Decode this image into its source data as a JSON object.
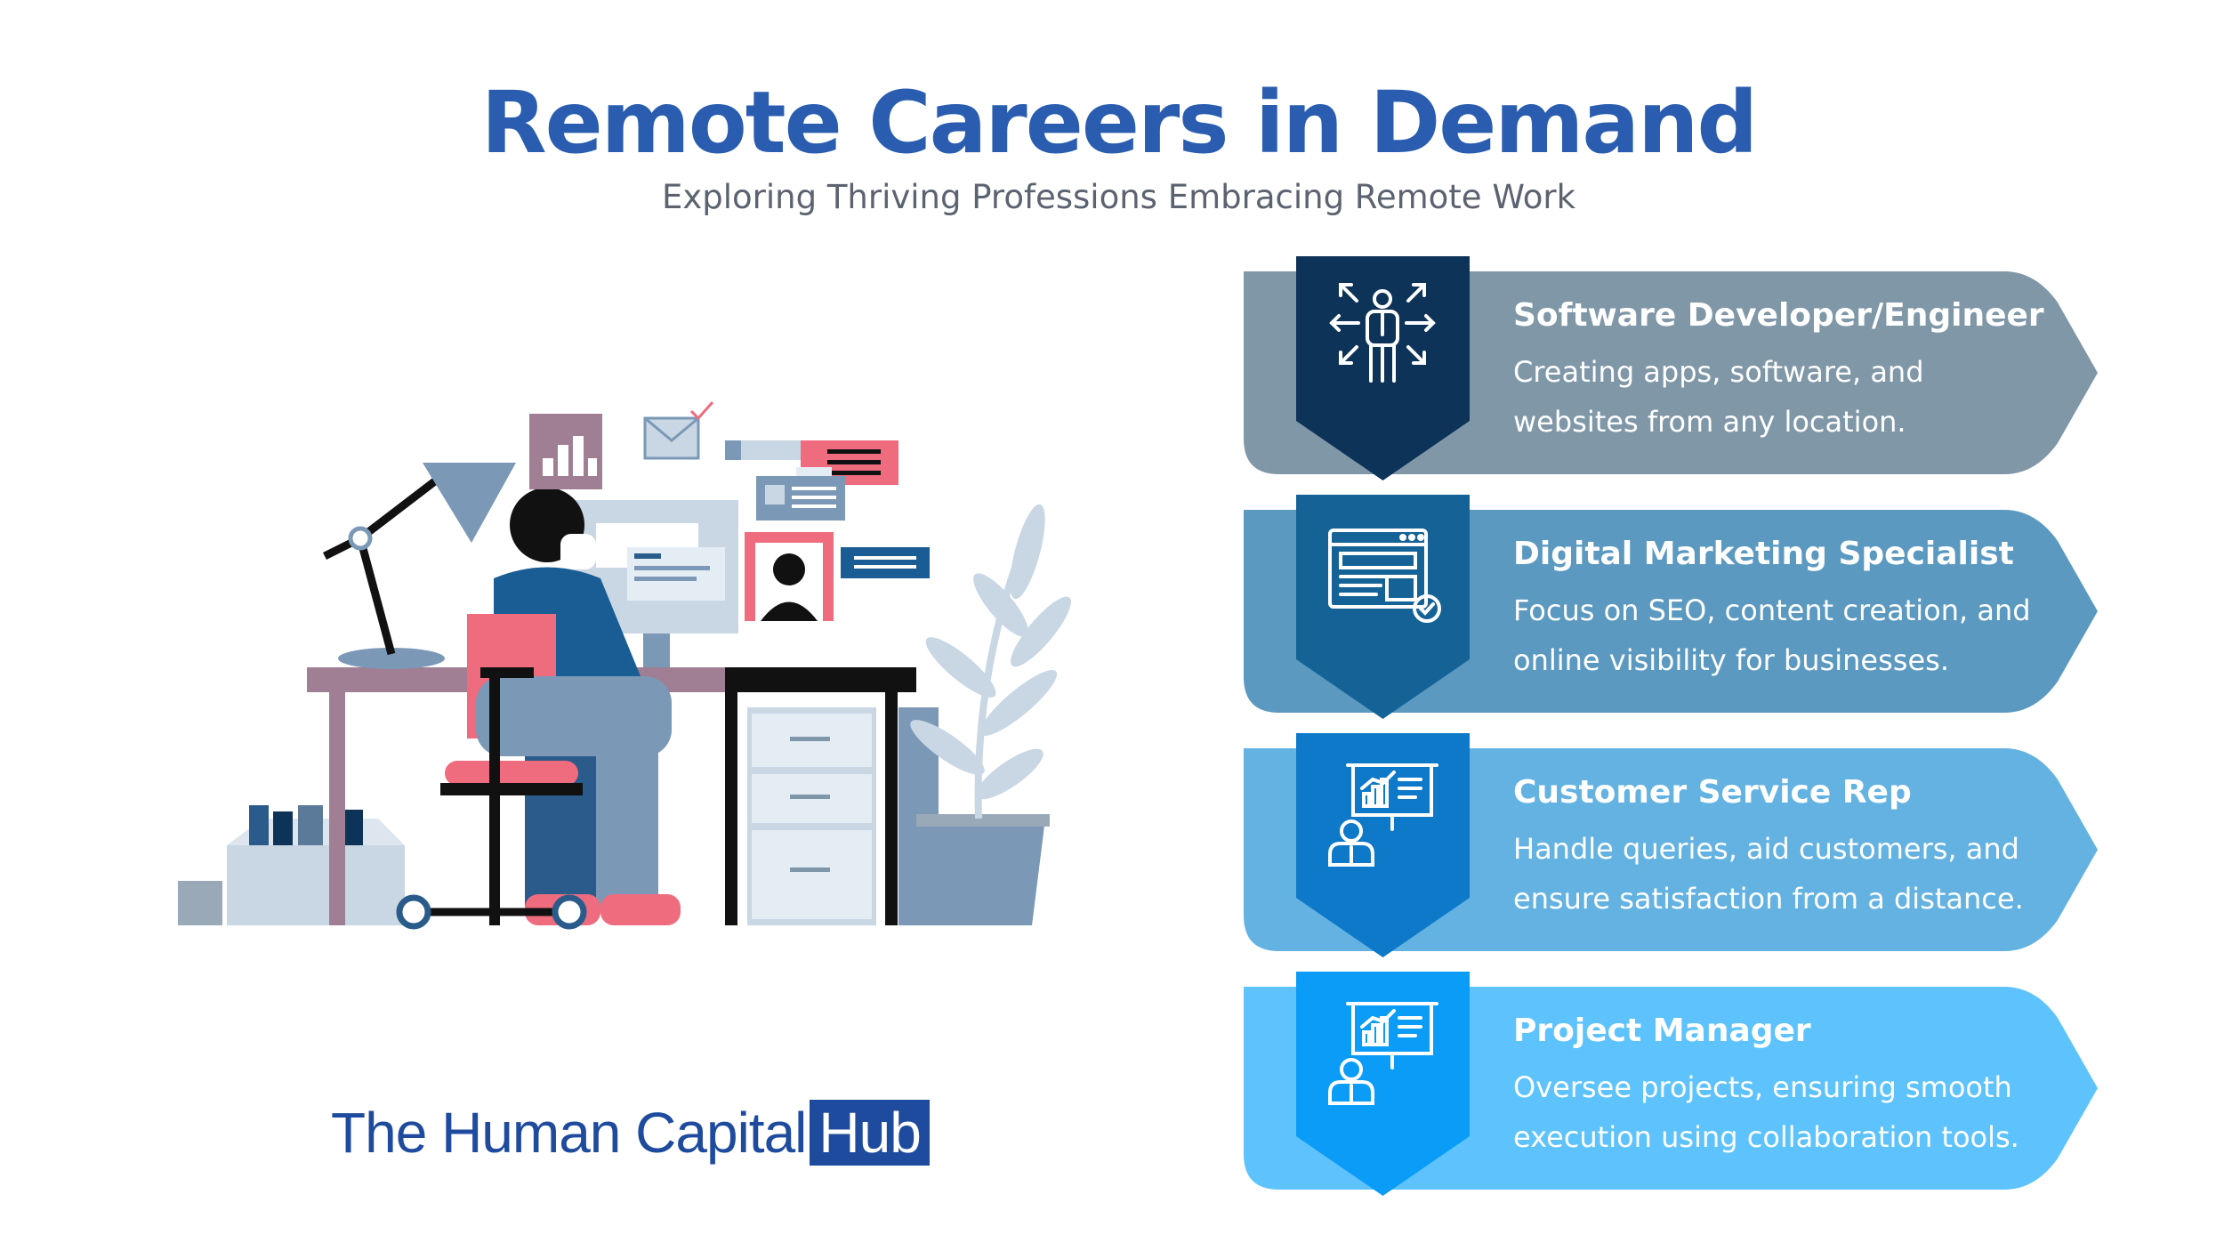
{
  "header": {
    "title": "Remote Careers in Demand",
    "subtitle": "Exploring Thriving Professions Embracing Remote Work"
  },
  "careers": [
    {
      "title": "Software Developer/Engineer",
      "description": "Creating apps, software, and websites from any location.",
      "icon": "network-person-icon",
      "card_color": "#8097a8",
      "badge_color": "#0e3358"
    },
    {
      "title": "Digital Marketing Specialist",
      "description": "Focus on SEO, content creation, and online visibility for businesses.",
      "icon": "web-settings-icon",
      "card_color": "#5b99c0",
      "badge_color": "#156396"
    },
    {
      "title": "Customer Service Rep",
      "description": "Handle queries, aid customers, and ensure satisfaction from a distance.",
      "icon": "presentation-icon",
      "card_color": "#63b2e2",
      "badge_color": "#0e79c9"
    },
    {
      "title": "Project Manager",
      "description": "Oversee projects, ensuring smooth execution using collaboration tools.",
      "icon": "presentation-icon",
      "card_color": "#5ec3fc",
      "badge_color": "#0a9cf6"
    }
  ],
  "brand": {
    "name": "The Human Capital",
    "highlight": "Hub",
    "color": "#1f4b9e"
  },
  "illustration": {
    "icon": "remote-worker-desk-illustration"
  }
}
